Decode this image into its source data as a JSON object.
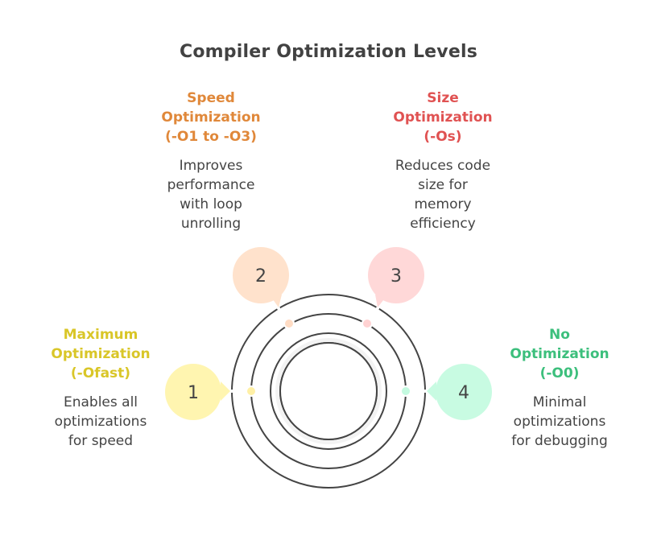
{
  "title": "Compiler Optimization Levels",
  "items": [
    {
      "number": "1",
      "heading": [
        "Maximum",
        "Optimization",
        "(-Ofast)"
      ],
      "description": [
        "Enables all",
        "optimizations",
        "for speed"
      ],
      "color": "#D9C628",
      "bubble_color": "#FFF5B0",
      "dot_color": "#FFF0A6"
    },
    {
      "number": "2",
      "heading": [
        "Speed",
        "Optimization",
        "(-O1 to -O3)"
      ],
      "description": [
        "Improves",
        "performance",
        "with loop",
        "unrolling"
      ],
      "color": "#E0883A",
      "bubble_color": "#FFE2CC",
      "dot_color": "#FFDCC4"
    },
    {
      "number": "3",
      "heading": [
        "Size",
        "Optimization",
        "(-Os)"
      ],
      "description": [
        "Reduces code",
        "size for",
        "memory",
        "efficiency"
      ],
      "color": "#E05252",
      "bubble_color": "#FFD8D8",
      "dot_color": "#FFD2D2"
    },
    {
      "number": "4",
      "heading": [
        "No",
        "Optimization",
        "(-O0)"
      ],
      "description": [
        "Minimal",
        "optimizations",
        "for debugging"
      ],
      "color": "#3CBF7C",
      "bubble_color": "#C8FBE2",
      "dot_color": "#C4FAE0"
    }
  ],
  "colors": {
    "ring_stroke": "#444444",
    "inner_band": "#F3F3F3",
    "title": "#424242"
  }
}
